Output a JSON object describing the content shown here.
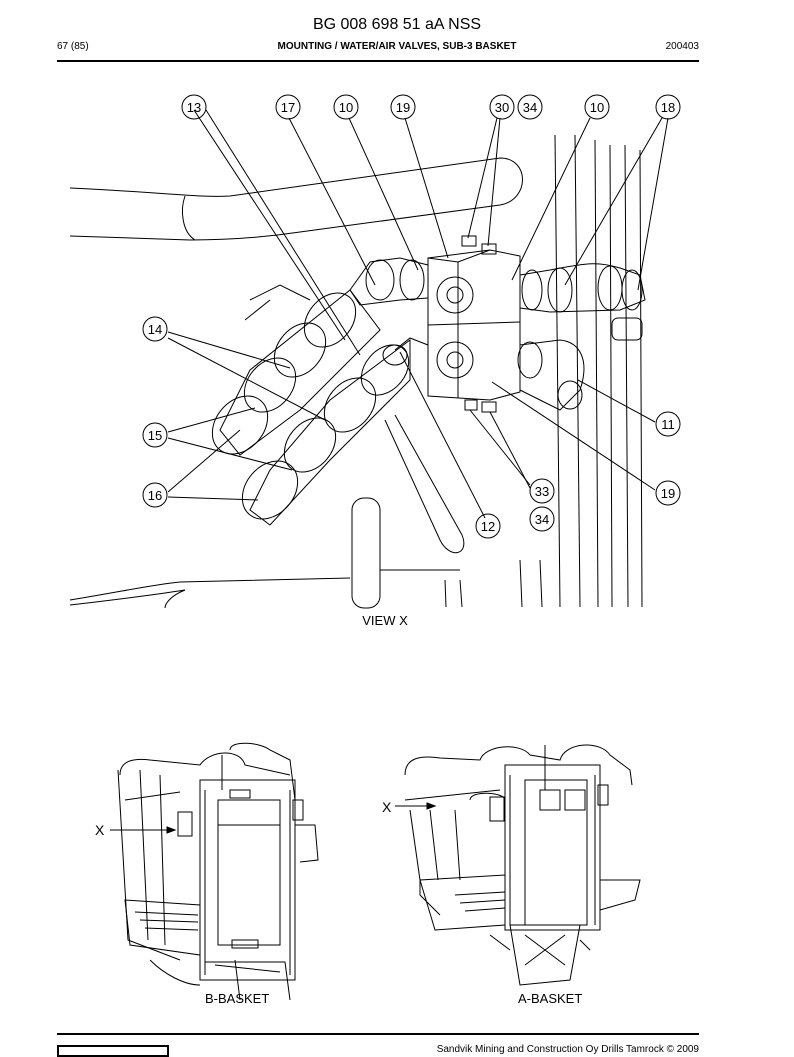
{
  "header": {
    "title": "BG 008 698 51 aA NSS",
    "page": "67 (85)",
    "section": "MOUNTING / WATER/AIR VALVES, SUB-3 BASKET",
    "code": "200403"
  },
  "callouts": {
    "c13": "13",
    "c17": "17",
    "c10a": "10",
    "c19a": "19",
    "c30": "30",
    "c34a": "34",
    "c10b": "10",
    "c18": "18",
    "c14": "14",
    "c15": "15",
    "c16": "16",
    "c11": "11",
    "c33": "33",
    "c34b": "34",
    "c12": "12",
    "c19b": "19"
  },
  "view_label": "VIEW  X",
  "baskets": {
    "b_caption": "B-BASKET",
    "a_caption": "A-BASKET",
    "b_marker": "X",
    "a_marker": "X"
  },
  "footer": {
    "copyright": "Sandvik Mining and Construction Oy Drills Tamrock © 2009"
  }
}
